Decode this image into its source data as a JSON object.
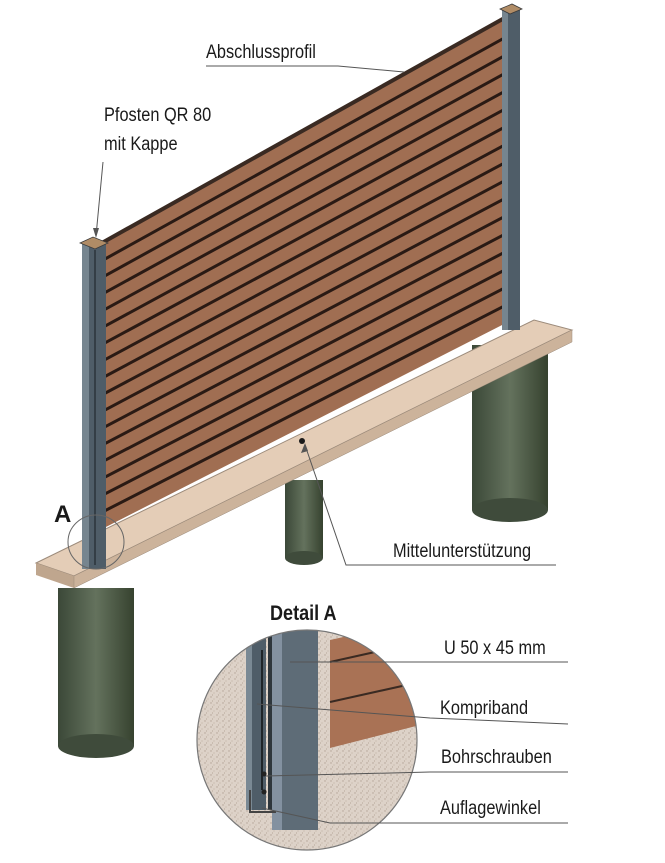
{
  "labels": {
    "abschlussprofil": "Abschlussprofil",
    "pfosten_line1": "Pfosten QR 80",
    "pfosten_line2": "mit Kappe",
    "mittelunterstuetzung": "Mittelunterstützung",
    "marker_a": "A",
    "detail_title": "Detail A",
    "u_profil": "U 50 x 45 mm",
    "kompriband": "Kompriband",
    "bohrschrauben": "Bohrschrauben",
    "auflagewinkel": "Auflagewinkel"
  },
  "colors": {
    "board": "#a06e52",
    "board_gap": "#2a1a14",
    "post": "#596873",
    "plinth": "#e4cdb7",
    "foundation": "#4c5a48",
    "detail_ground": "#ddd2c8",
    "line": "#555555"
  }
}
